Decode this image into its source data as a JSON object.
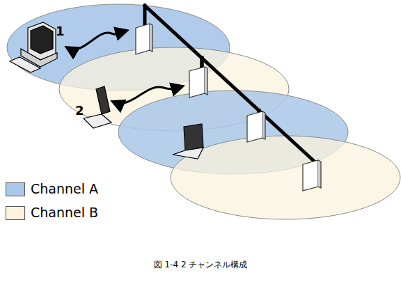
{
  "diagram": {
    "caption": "図 1-4 2 チャンネル構成",
    "labels": [
      "1",
      "2"
    ],
    "legend": [
      {
        "text": "Channel A",
        "color": "#a9c7e8"
      },
      {
        "text": "Channel B",
        "color": "#fbf3de"
      }
    ]
  }
}
